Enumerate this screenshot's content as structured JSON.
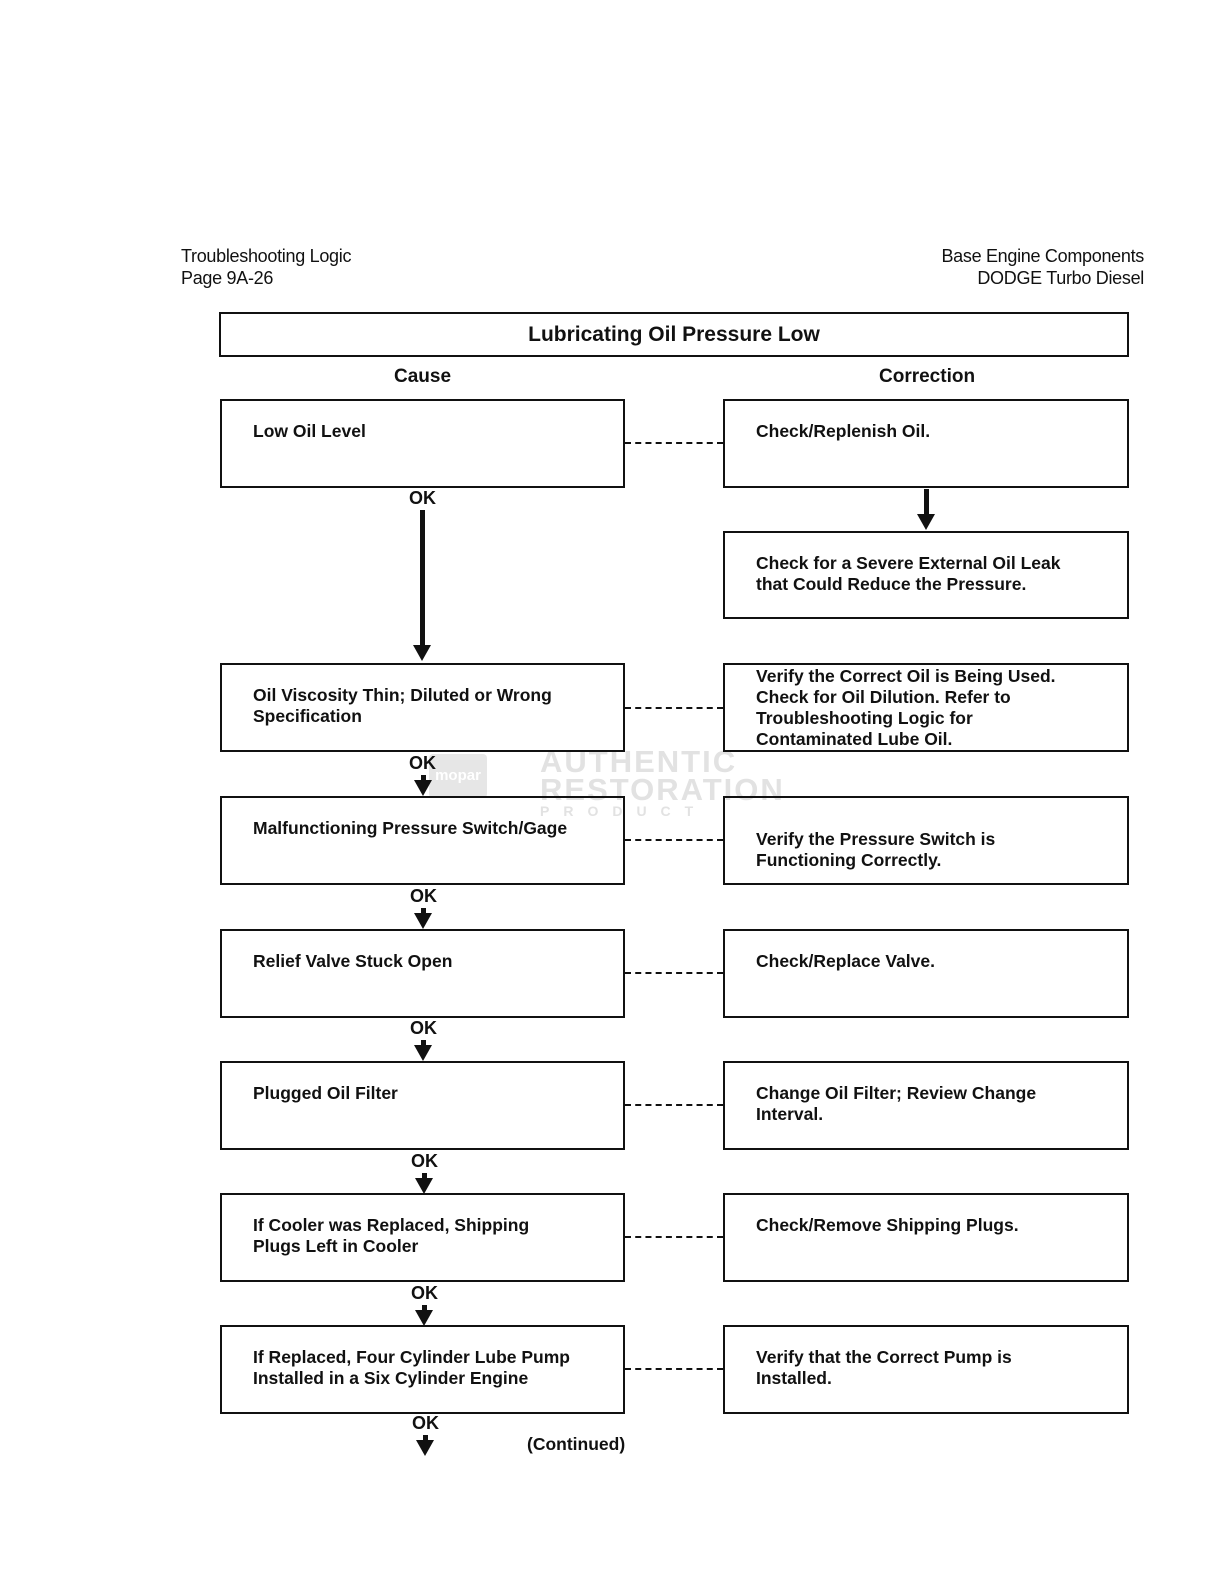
{
  "header": {
    "left_line1": "Troubleshooting Logic",
    "left_line2": "Page 9A-26",
    "right_line1": "Base Engine Components",
    "right_line2": "DODGE Turbo Diesel"
  },
  "title": "Lubricating Oil Pressure Low",
  "columns": {
    "cause": "Cause",
    "correction": "Correction"
  },
  "ok_label": "OK",
  "continued": "(Continued)",
  "watermark": {
    "logo": "mopar",
    "line1": "AUTHENTIC",
    "line2": "RESTORATION",
    "line3": "PRODUCT"
  },
  "steps": [
    {
      "cause": [
        "Low Oil Level"
      ],
      "correction": [
        "Check/Replenish Oil."
      ],
      "followup": [
        "Check for a Severe External Oil Leak",
        "that Could Reduce the Pressure."
      ]
    },
    {
      "cause": [
        "Oil Viscosity Thin; Diluted or Wrong",
        "Specification"
      ],
      "correction": [
        "Verify the Correct Oil is Being Used.",
        "Check for Oil Dilution. Refer to",
        "Troubleshooting Logic for",
        "Contaminated Lube Oil."
      ]
    },
    {
      "cause": [
        "Malfunctioning Pressure Switch/Gage"
      ],
      "correction": [
        "Verify the Pressure Switch is",
        "Functioning Correctly."
      ]
    },
    {
      "cause": [
        "Relief Valve Stuck Open"
      ],
      "correction": [
        "Check/Replace Valve."
      ]
    },
    {
      "cause": [
        "Plugged Oil Filter"
      ],
      "correction": [
        "Change Oil Filter; Review Change",
        "Interval."
      ]
    },
    {
      "cause": [
        "If Cooler was Replaced, Shipping",
        "Plugs Left in Cooler"
      ],
      "correction": [
        "Check/Remove Shipping Plugs."
      ]
    },
    {
      "cause": [
        "If Replaced, Four Cylinder Lube Pump",
        "Installed in a Six Cylinder Engine"
      ],
      "correction": [
        "Verify that the Correct Pump is",
        "Installed."
      ]
    }
  ]
}
